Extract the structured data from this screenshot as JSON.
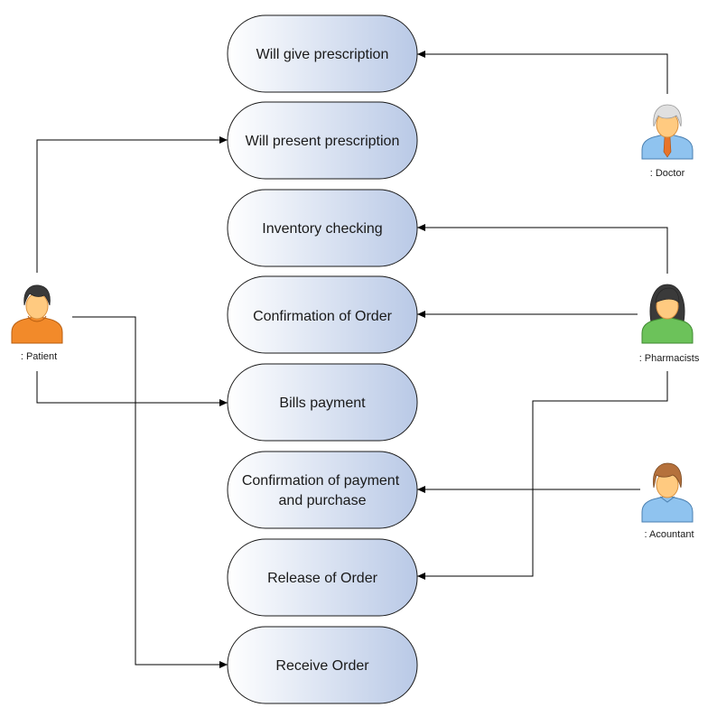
{
  "use_cases": [
    {
      "id": "uc1",
      "lines": [
        "Will give prescription"
      ]
    },
    {
      "id": "uc2",
      "lines": [
        "Will present prescription"
      ]
    },
    {
      "id": "uc3",
      "lines": [
        "Inventory checking"
      ]
    },
    {
      "id": "uc4",
      "lines": [
        "Confirmation of Order"
      ]
    },
    {
      "id": "uc5",
      "lines": [
        "Bills payment"
      ]
    },
    {
      "id": "uc6",
      "lines": [
        "Confirmation of payment",
        "and purchase"
      ]
    },
    {
      "id": "uc7",
      "lines": [
        "Release of Order"
      ]
    },
    {
      "id": "uc8",
      "lines": [
        "Receive Order"
      ]
    }
  ],
  "actors": {
    "doctor": {
      "label": ": Doctor",
      "icon": "doctor-icon",
      "hair": "#e0e0e0",
      "shirt": "#8fc3ef",
      "tie": "#e8742a"
    },
    "patient": {
      "label": ": Patient",
      "icon": "patient-icon",
      "hair": "#3a3a3a",
      "shirt": "#f28a2a"
    },
    "pharmacists": {
      "label": ": Pharmacists",
      "icon": "pharmacist-icon",
      "hair": "#3a3a3a",
      "shirt": "#6cc25a"
    },
    "acountant": {
      "label": ": Acountant",
      "icon": "accountant-icon",
      "hair": "#b5713c",
      "shirt": "#8fc3ef"
    }
  },
  "colors": {
    "usecase_fill_start": "#ffffff",
    "usecase_fill_end": "#b9c9e6",
    "skin": "#ffca80",
    "skin_stroke": "#d9913f"
  }
}
